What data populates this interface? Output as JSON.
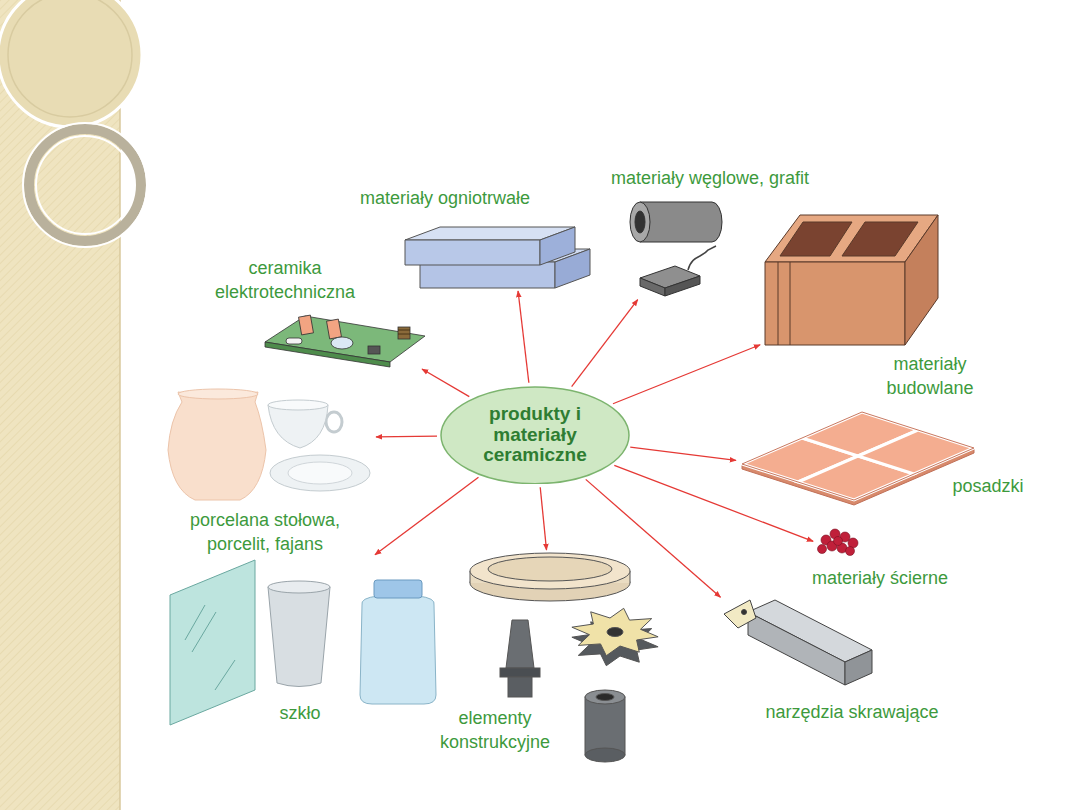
{
  "diagram": {
    "nodes": [
      {
        "text": [
          "produkty i materiały ceramiczne"
        ]
      },
      {
        "text": [
          "materiały ogniotrwałe"
        ]
      },
      {
        "text": [
          "materiały węglowe, grafit"
        ]
      },
      {
        "text": [
          "ceramika elektrotechniczna"
        ]
      },
      {
        "text": [
          "materiały budowlane"
        ]
      },
      {
        "text": [
          "porcelana stołowa, porcelit, fajans"
        ]
      },
      {
        "text": [
          "posadzki"
        ]
      },
      {
        "text": [
          "materiały ścierne"
        ]
      },
      {
        "text": [
          "szkło"
        ]
      },
      {
        "text": [
          "elementy konstrukcyjne"
        ]
      },
      {
        "text": [
          "narzędzia skrawające"
        ]
      }
    ],
    "edges": [
      {
        "from": 0,
        "to": 1,
        "arrow": "to"
      },
      {
        "from": 0,
        "to": 2,
        "arrow": "to"
      },
      {
        "from": 0,
        "to": 3,
        "arrow": "to"
      },
      {
        "from": 0,
        "to": 4,
        "arrow": "to"
      },
      {
        "from": 0,
        "to": 5,
        "arrow": "to"
      },
      {
        "from": 0,
        "to": 6,
        "arrow": "to"
      },
      {
        "from": 0,
        "to": 7,
        "arrow": "to"
      },
      {
        "from": 0,
        "to": 8,
        "arrow": "to"
      },
      {
        "from": 0,
        "to": 9,
        "arrow": "to"
      },
      {
        "from": 0,
        "to": 10,
        "arrow": "to"
      }
    ]
  }
}
